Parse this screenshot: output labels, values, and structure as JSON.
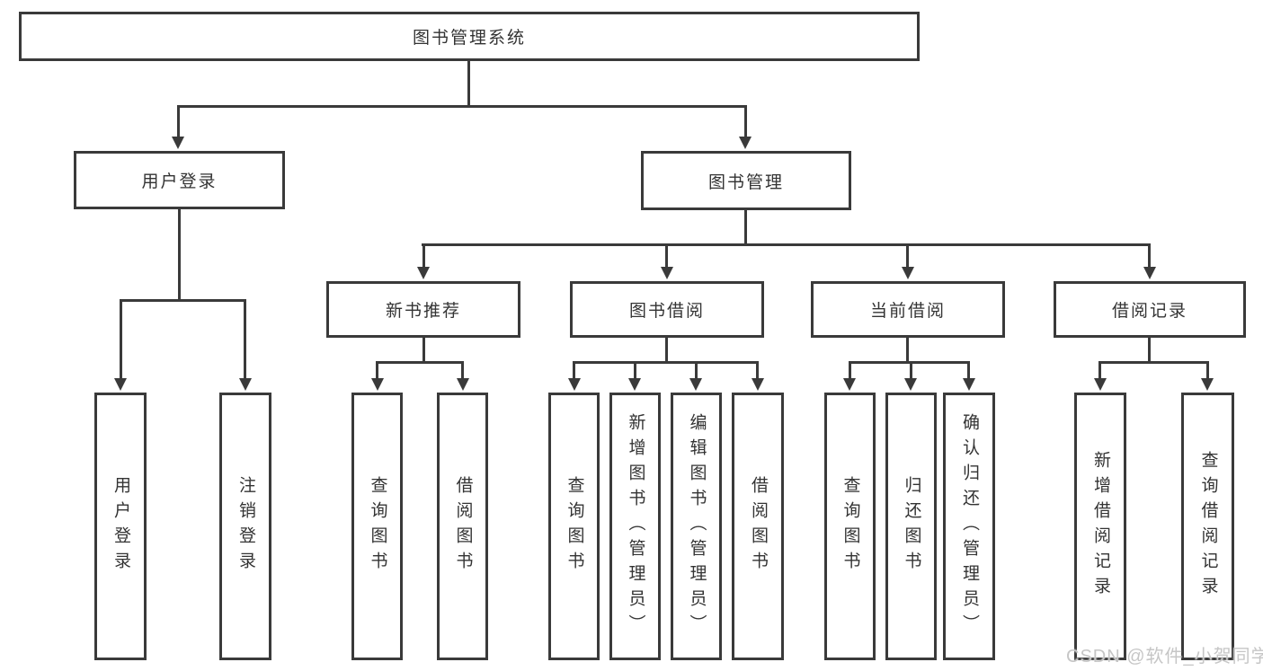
{
  "colors": {
    "line": "#3a3a3a",
    "text": "#333333",
    "watermark": "#c6c6c6",
    "background": "#ffffff"
  },
  "tree": {
    "root": {
      "label": "图书管理系统",
      "children": [
        {
          "label": "用户登录",
          "children": [
            {
              "label": "用户登录"
            },
            {
              "label": "注销登录"
            }
          ]
        },
        {
          "label": "图书管理",
          "children": [
            {
              "label": "新书推荐",
              "children": [
                {
                  "label": "查询图书"
                },
                {
                  "label": "借阅图书"
                }
              ]
            },
            {
              "label": "图书借阅",
              "children": [
                {
                  "label": "查询图书"
                },
                {
                  "label": "新增图书（管理员）"
                },
                {
                  "label": "编辑图书（管理员）"
                },
                {
                  "label": "借阅图书"
                }
              ]
            },
            {
              "label": "当前借阅",
              "children": [
                {
                  "label": "查询图书"
                },
                {
                  "label": "归还图书"
                },
                {
                  "label": "确认归还（管理员）"
                }
              ]
            },
            {
              "label": "借阅记录",
              "children": [
                {
                  "label": "新增借阅记录"
                },
                {
                  "label": "查询借阅记录"
                }
              ]
            }
          ]
        }
      ]
    }
  },
  "watermark": {
    "text": "CSDN @软件_小贺同学"
  }
}
